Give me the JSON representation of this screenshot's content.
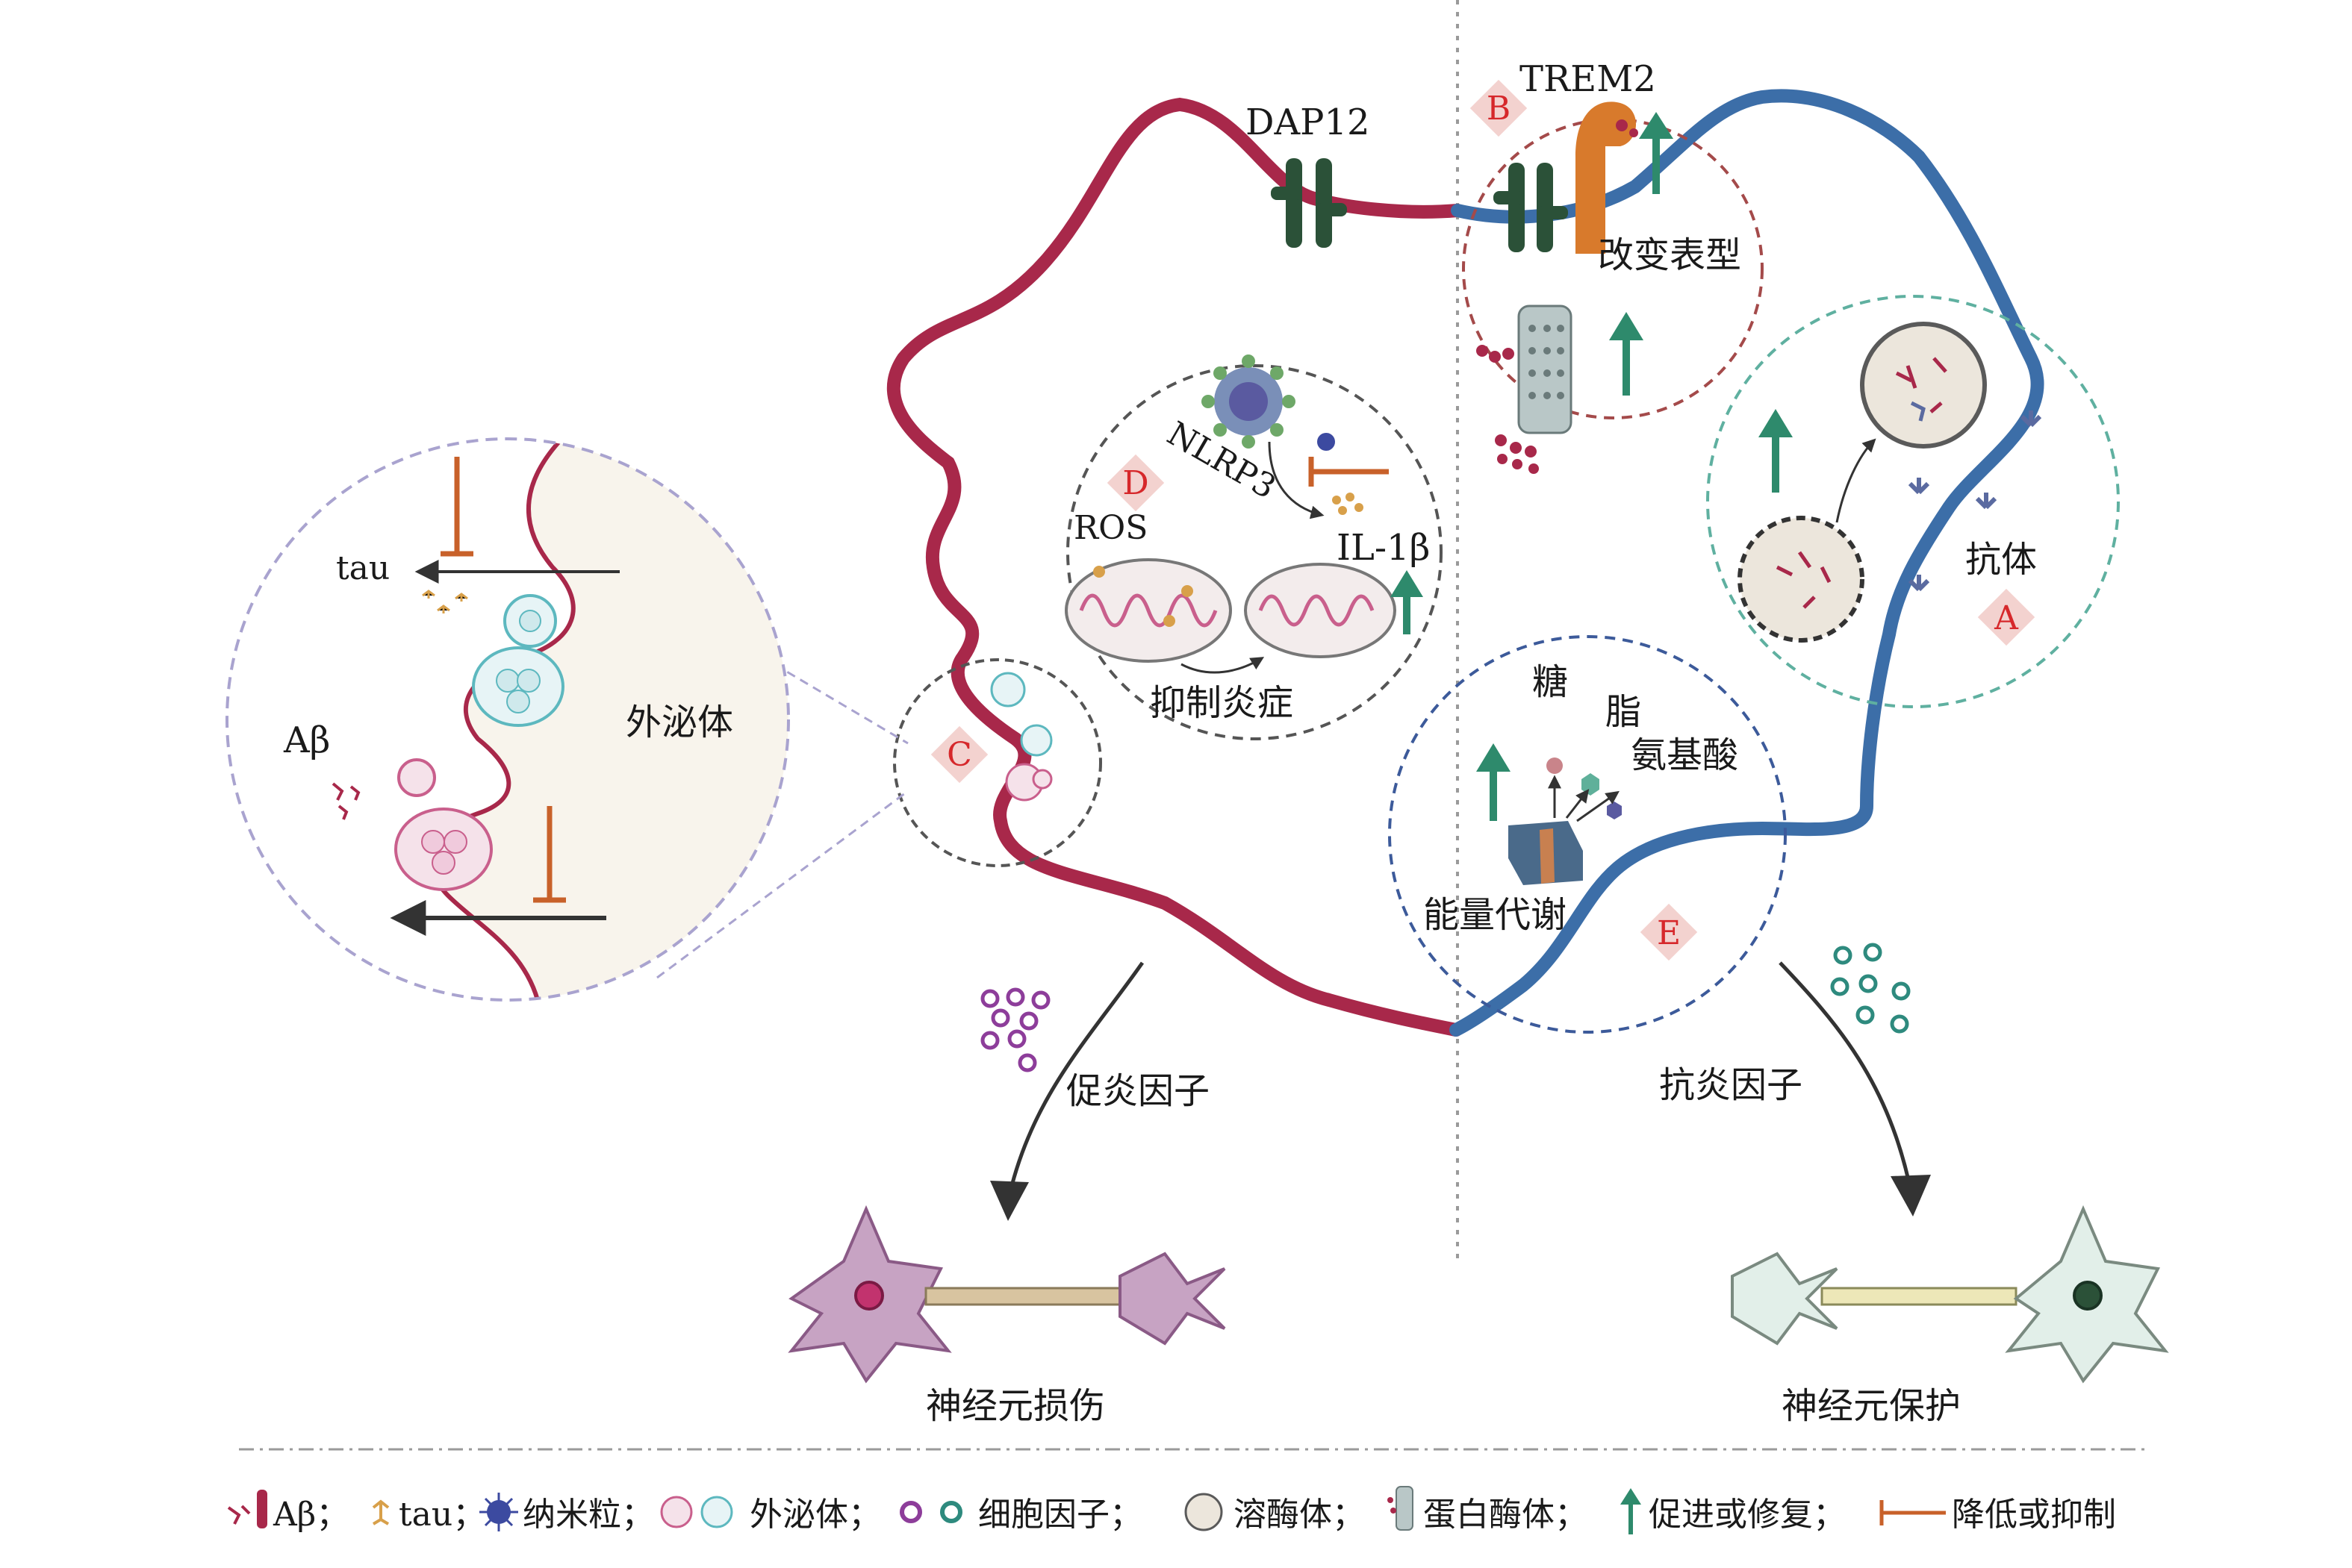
{
  "colors": {
    "pro_inflammatory_membrane": "#a8284a",
    "anti_inflammatory_membrane": "#3c6ea8",
    "promote_arrow": "#2e8a6c",
    "inhibit_bar": "#c8612a",
    "marker_fill": "#f3d2cf",
    "marker_text": "#d6282b",
    "dap12": "#2b5138",
    "trem2": "#d87a2c",
    "pro_cytokine": "#8d3d9a",
    "anti_cytokine": "#2e8a7e",
    "exosome_pink": "#c95f8c",
    "exosome_teal": "#5db8bf",
    "zoom_background": "#f8f4ec"
  },
  "labels": {
    "dap12": "DAP12",
    "trem2": "TREM2",
    "phenotype_change": "改变表型",
    "nlrp3": "NLRP3",
    "ros": "ROS",
    "il1b": "IL-1β",
    "inhibit_inflammation": "抑制炎症",
    "antibody": "抗体",
    "sugar": "糖",
    "lipid": "脂",
    "amino_acid": "氨基酸",
    "energy_metabolism": "能量代谢",
    "tau": "tau",
    "abeta": "Aβ",
    "exosome": "外泌体",
    "pro_inflammatory_factors": "促炎因子",
    "anti_inflammatory_factors": "抗炎因子",
    "neuron_damage": "神经元损伤",
    "neuron_protection": "神经元保护"
  },
  "markers": {
    "a": "A",
    "b": "B",
    "c": "C",
    "d": "D",
    "e": "E"
  },
  "legend": {
    "abeta": "Aβ；",
    "tau": "tau；",
    "nanoparticle": "纳米粒；",
    "exosome": "外泌体；",
    "cytokine": "细胞因子；",
    "lysosome": "溶酶体；",
    "proteasome": "蛋白酶体；",
    "promote": "促进或修复；",
    "inhibit": "降低或抑制"
  }
}
